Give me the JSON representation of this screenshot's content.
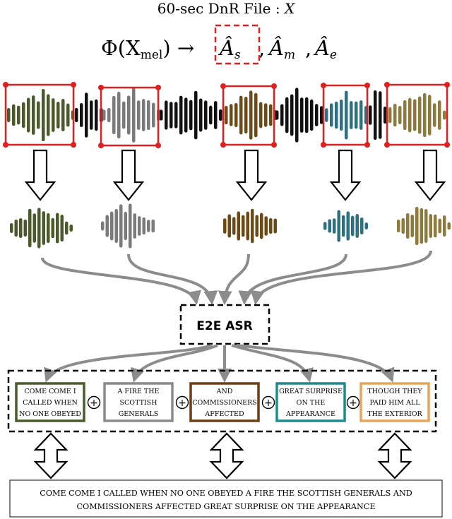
{
  "title": {
    "prefix": "60-sec DnR File : ",
    "var": "X"
  },
  "formula": {
    "phi": "Φ(X",
    "mel": "mel",
    "close_arrow": ") →",
    "a_s": "Â",
    "a_s_sub": "s",
    "a_m": "Â",
    "a_m_sub": "m",
    "a_e": "Â",
    "a_e_sub": "e",
    "comma1": ",",
    "comma2": ","
  },
  "asr_label": "E2E ASR",
  "plus": "+",
  "segments": [
    {
      "lines": [
        "COME COME I",
        "CALLED WHEN",
        "NO ONE OBEYED"
      ],
      "color": "#4b5a2a"
    },
    {
      "lines": [
        "A FIRE THE",
        "SCOTTISH",
        "GENERALS"
      ],
      "color": "#8a8a8a"
    },
    {
      "lines": [
        "AND",
        "COMMISSIONERS",
        "AFFECTED"
      ],
      "color": "#6b3f12"
    },
    {
      "lines": [
        "GREAT SURPRISE",
        "ON THE",
        "APPEARANCE"
      ],
      "color": "#1f8a8a"
    },
    {
      "lines": [
        "THOUGH THEY",
        "PAID HIM ALL",
        "THE EXTERIOR"
      ],
      "color": "#e6a65a"
    }
  ],
  "final_transcript": [
    "COME COME I CALLED WHEN NO ONE OBEYED A FIRE THE SCOTTISH GENERALS AND",
    "COMMISSIONERS AFFECTED GREAT SURPRISE ON THE APPEARANCE"
  ],
  "colors": {
    "speech_dark": "#4b5a2a",
    "speech_gray": "#7a7a7a",
    "speech_brown": "#6b4a16",
    "speech_teal": "#2e6f82",
    "speech_gold": "#8e7a3c",
    "music": "#111111",
    "red": "#e02020",
    "arrow_gray": "#8c8c8c"
  }
}
